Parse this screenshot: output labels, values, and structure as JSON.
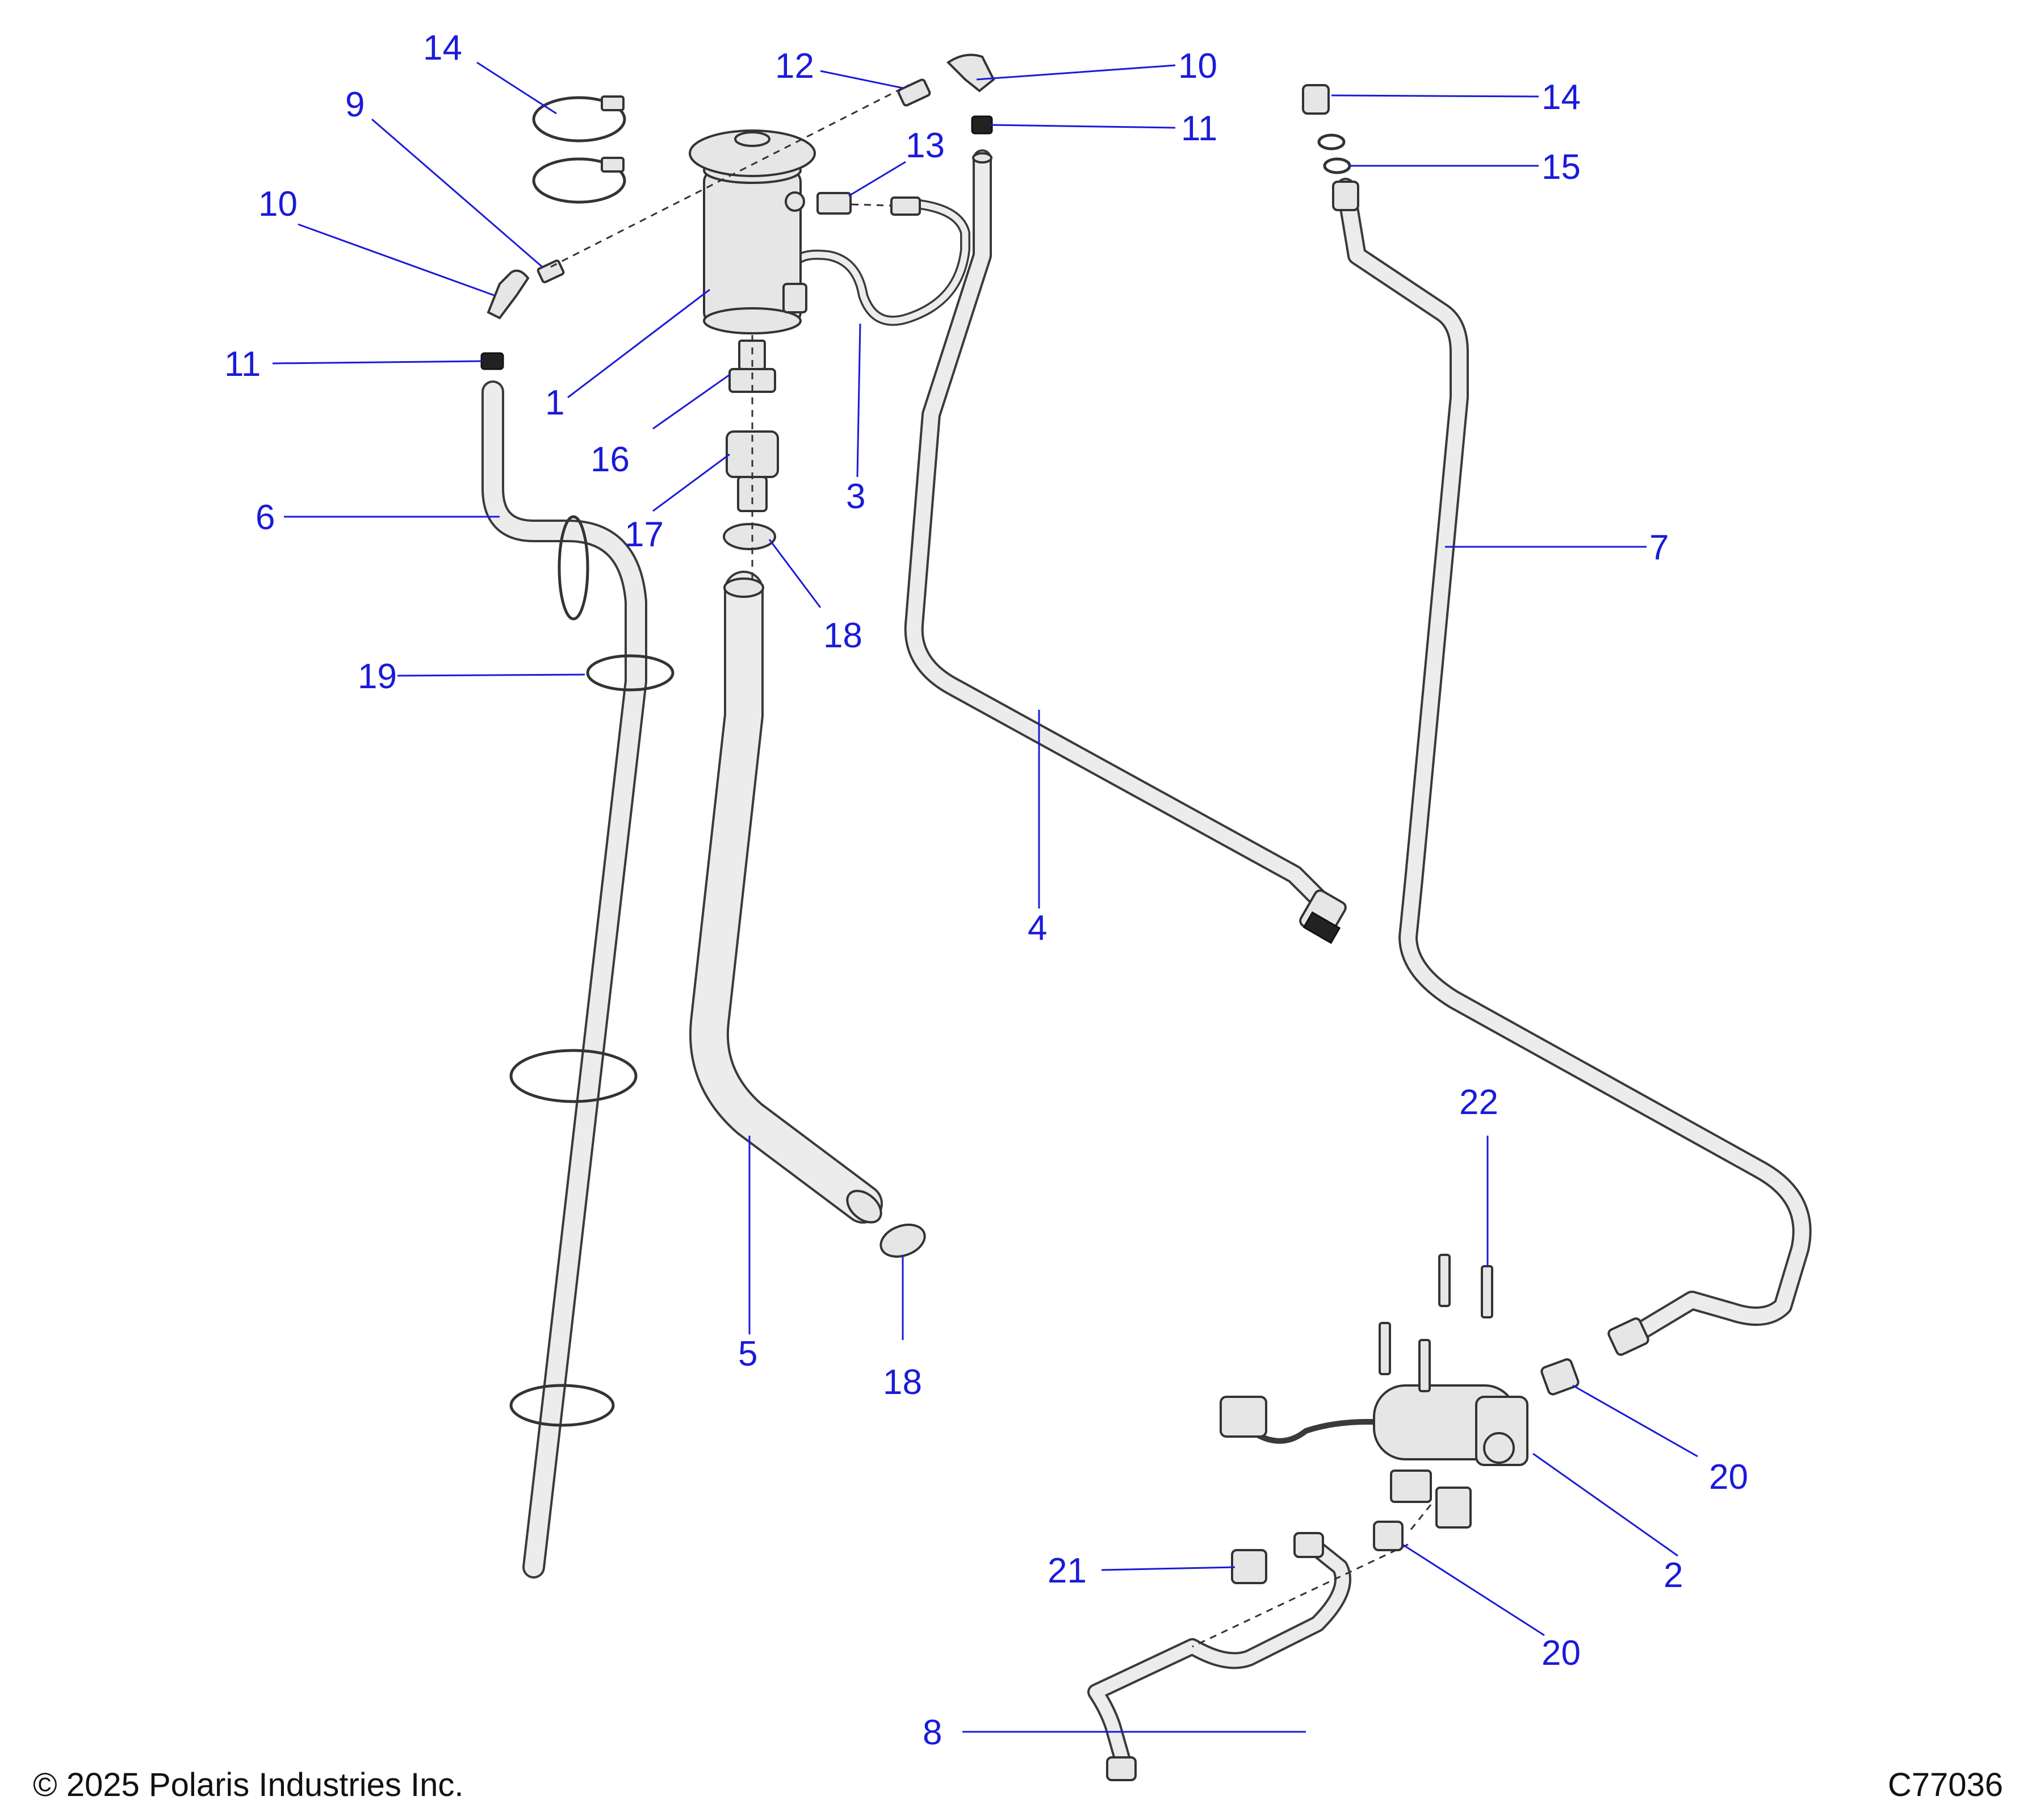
{
  "callouts": [
    {
      "id": "c1",
      "label": "1"
    },
    {
      "id": "c2",
      "label": "2"
    },
    {
      "id": "c3",
      "label": "3"
    },
    {
      "id": "c4",
      "label": "4"
    },
    {
      "id": "c5",
      "label": "5"
    },
    {
      "id": "c6",
      "label": "6"
    },
    {
      "id": "c7",
      "label": "7"
    },
    {
      "id": "c8",
      "label": "8"
    },
    {
      "id": "c9",
      "label": "9"
    },
    {
      "id": "c10a",
      "label": "10"
    },
    {
      "id": "c10b",
      "label": "10"
    },
    {
      "id": "c11a",
      "label": "11"
    },
    {
      "id": "c11b",
      "label": "11"
    },
    {
      "id": "c12",
      "label": "12"
    },
    {
      "id": "c13",
      "label": "13"
    },
    {
      "id": "c14a",
      "label": "14"
    },
    {
      "id": "c14b",
      "label": "14"
    },
    {
      "id": "c15",
      "label": "15"
    },
    {
      "id": "c16",
      "label": "16"
    },
    {
      "id": "c17",
      "label": "17"
    },
    {
      "id": "c18a",
      "label": "18"
    },
    {
      "id": "c18b",
      "label": "18"
    },
    {
      "id": "c19",
      "label": "19"
    },
    {
      "id": "c20a",
      "label": "20"
    },
    {
      "id": "c20b",
      "label": "20"
    },
    {
      "id": "c21",
      "label": "21"
    },
    {
      "id": "c22",
      "label": "22"
    }
  ],
  "footer": {
    "copyright": "© 2025 Polaris Industries Inc.",
    "drawing_id": "C77036"
  },
  "colors": {
    "callout_text": "#1a1adb",
    "line_art": "#333333",
    "part_fill": "#e6e6e6"
  }
}
